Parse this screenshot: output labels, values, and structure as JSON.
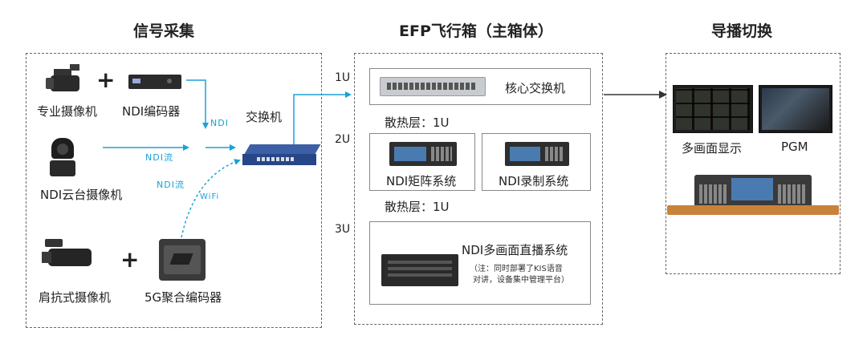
{
  "sections": {
    "signal": "信号采集",
    "efp": "EFP飞行箱（主箱体）",
    "switching": "导播切换"
  },
  "devices": {
    "pro_camera": "专业摄像机",
    "ndi_encoder": "NDI编码器",
    "ptz_camera": "NDI云台摄像机",
    "shoulder_camera": "肩抗式摄像机",
    "encoder_5g": "5G聚合编码器",
    "switch": "交换机",
    "core_switch": "核心交换机",
    "ndi_matrix": "NDI矩阵系统",
    "ndi_record": "NDI录制系统",
    "ndi_live": "NDI多画面直播系统",
    "ndi_live_note1": "（注：同时部署了KIS语音",
    "ndi_live_note2": "对讲，设备集中管理平台）",
    "multiview": "多画面显示",
    "pgm": "PGM"
  },
  "symbols": {
    "plus1": "+",
    "plus2": "+"
  },
  "connections": {
    "ndi": "NDI",
    "ndi_stream1": "NDI流",
    "ndi_stream2": "NDI流",
    "wifi": "WiFi"
  },
  "rack": {
    "u1": "1U",
    "u2": "2U",
    "u3": "3U",
    "cooling1": "散热层：1U",
    "cooling2": "散热层：1U"
  },
  "colors": {
    "link": "#1aa0d8",
    "border": "#666666"
  }
}
